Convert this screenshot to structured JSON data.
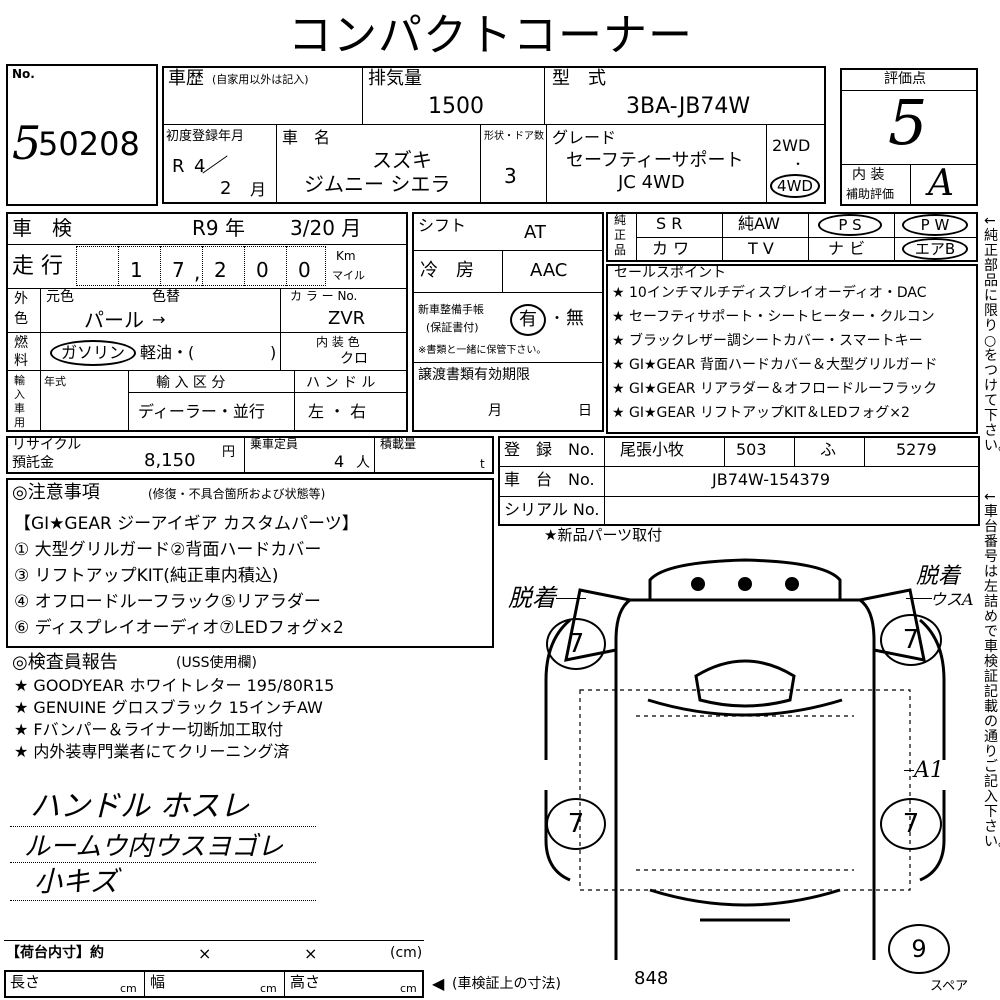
{
  "title": "コンパクトコーナー",
  "lot": {
    "label": "No.",
    "number": "50208",
    "handwritten_prefix": "5"
  },
  "grade_box": {
    "label": "評価点",
    "value": "5",
    "interior_label_1": "内 装",
    "interior_label_2": "補助評価",
    "interior_value": "A"
  },
  "history": {
    "label": "車歴",
    "note": "(自家用以外は記入)"
  },
  "displacement": {
    "label": "排気量",
    "value": "1500"
  },
  "model": {
    "label": "型　式",
    "value": "3BA-JB74W"
  },
  "first_reg": {
    "label": "初度登録年月",
    "era": "R",
    "year": "4",
    "month": "2",
    "month_unit": "月"
  },
  "car_name": {
    "label": "車　名",
    "maker": "スズキ",
    "name": "ジムニー シエラ"
  },
  "doors": {
    "label": "形状・ドア数",
    "value": "3"
  },
  "grade": {
    "label": "グレード",
    "line1": "セーフティーサポート",
    "line2": "JC 4WD"
  },
  "drive": {
    "opt1": "2WD",
    "sep": "・",
    "opt2": "4WD"
  },
  "inspection": {
    "label": "車　検",
    "year": "R9 年",
    "date": "3/20 月"
  },
  "mileage": {
    "label": "走 行",
    "digits": [
      "1",
      "7",
      "2",
      "0",
      "0"
    ],
    "comma": ",",
    "unit1": "Km",
    "unit2": "マイル"
  },
  "color": {
    "side_label_1": "外",
    "side_label_2": "色",
    "orig_label": "元色",
    "change_label": "色替",
    "value": "パール",
    "arrow": "→",
    "code_label": "カ ラ ー No.",
    "code": "ZVR"
  },
  "fuel": {
    "side_label_1": "燃",
    "side_label_2": "料",
    "gasoline": "ガソリン",
    "rest": "軽油・(",
    "close": ")",
    "interior_color_label": "内 装 色",
    "interior_color": "クロ"
  },
  "import": {
    "side_label": "輸入車用",
    "year_label": "年式",
    "type_label": "輸 入 区 分",
    "type_value": "ディーラー・並行",
    "handle_label": "ハ ン ド ル",
    "handle_value": "左 ・ 右"
  },
  "recycle": {
    "label1": "リサイクル",
    "label2": "預託金",
    "value": "8,150",
    "unit": "円"
  },
  "capacity": {
    "label": "乗車定員",
    "value": "4",
    "unit": "人"
  },
  "load": {
    "label": "積載量",
    "unit": "t"
  },
  "shift": {
    "label": "シフト",
    "value": "AT"
  },
  "ac": {
    "label": "冷　房",
    "value": "AAC"
  },
  "maint": {
    "label1": "新車整備手帳",
    "label2": "(保証書付)",
    "has": "有",
    "sep": "・",
    "none": "無",
    "note": "※書類と一緒に保管下さい。"
  },
  "transfer": {
    "label": "譲渡書類有効期限",
    "month": "月",
    "day": "日"
  },
  "genuine": {
    "side1": "純",
    "side2": "正",
    "side3": "品",
    "items": [
      "S R",
      "純AW",
      "P S",
      "P W",
      "カ ワ",
      "T V",
      "ナ ビ",
      "エアB"
    ]
  },
  "sales": {
    "title": "セールスポイント",
    "items": [
      "★ 10インチマルチディスプレイオーディオ・DAC",
      "★ セーフティサポート・シートヒーター・クルコン",
      "★ ブラックレザー調シートカバー・スマートキー",
      "★ GI★GEAR 背面ハードカバー＆大型グリルガード",
      "★ GI★GEAR リアラダー＆オフロードルーフラック",
      "★ GI★GEAR リフトアップKIT＆LEDフォグ×2"
    ]
  },
  "registration": {
    "label": "登　録　No.",
    "place": "尾張小牧",
    "class": "503",
    "kana": "ふ",
    "number": "5279"
  },
  "chassis": {
    "label": "車　台　No.",
    "value": "JB74W-154379"
  },
  "serial": {
    "label": "シリアル No."
  },
  "caution": {
    "title": "◎注意事項",
    "sub": "(修復・不具合箇所および状態等)",
    "items": [
      "【GI★GEAR ジーアイギア カスタムパーツ】",
      "① 大型グリルガード②背面ハードカバー",
      "③ リフトアップKIT(純正車内積込)",
      "④ オフロードルーフラック⑤リアラダー",
      "⑥ ディスプレイオーディオ⑦LEDフォグ×2"
    ]
  },
  "report": {
    "title": "◎検査員報告",
    "sub": "(USS使用欄)",
    "items": [
      "★ GOODYEAR ホワイトレター 195/80R15",
      "★ GENUINE グロスブラック 15インチAW",
      "★ Fバンパー＆ライナー切断加工取付",
      "★ 内外装専門業者にてクリーニング済"
    ]
  },
  "handwritten_notes": [
    "ハンドル ホスレ",
    "ルームウ内ウスヨゴレ",
    "小キズ"
  ],
  "diagram": {
    "title": "★新品パーツ取付",
    "note_left": "脱着",
    "note_right": "脱着",
    "note_right_2": "ウスA",
    "note_side": "A1",
    "tire_values": [
      "7",
      "7",
      "7",
      "7"
    ],
    "spare_value": "9",
    "spare_label": "スペア"
  },
  "cargo": {
    "label": "【荷台内寸】約",
    "x1": "×",
    "x2": "×",
    "unit": "(cm)",
    "length_label": "長さ",
    "width_label": "幅",
    "height_label": "高さ",
    "cm": "cm",
    "shaken_label": "(車検証上の寸法)",
    "value": "848"
  },
  "side_note_1": "←純正部品に限り○をつけて下さい。",
  "side_note_2": "←車台番号は左詰めで車検証記載の通りご記入下さい。"
}
